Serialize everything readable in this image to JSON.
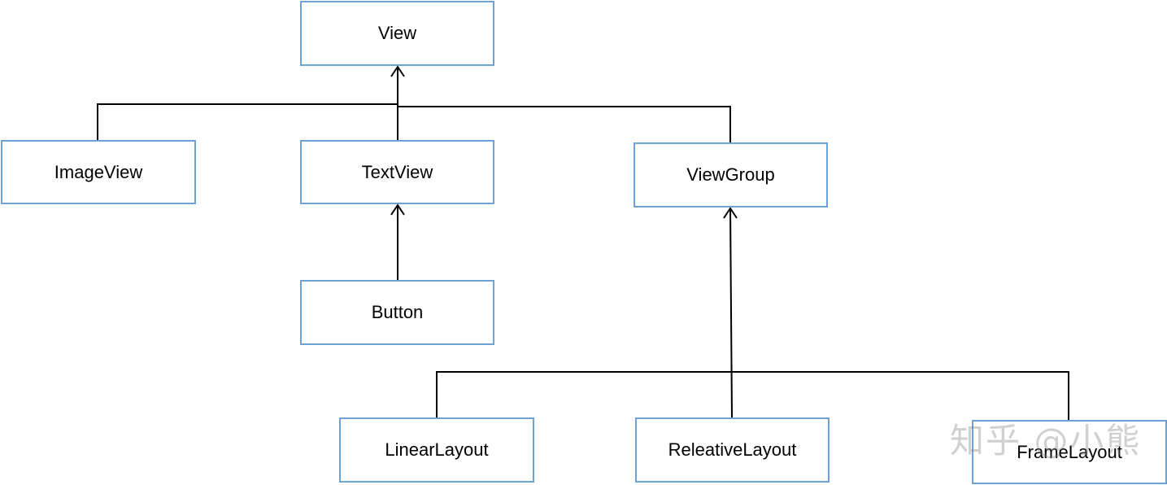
{
  "nodes": {
    "view": "View",
    "imageview": "ImageView",
    "textview": "TextView",
    "viewgroup": "ViewGroup",
    "button": "Button",
    "linearlayout": "LinearLayout",
    "releativelayout": "ReleativeLayout",
    "framelayout": "FrameLayout"
  },
  "watermark": "知乎 @小熊",
  "colors": {
    "box_border": "#6fa1d4",
    "line": "#000000"
  }
}
